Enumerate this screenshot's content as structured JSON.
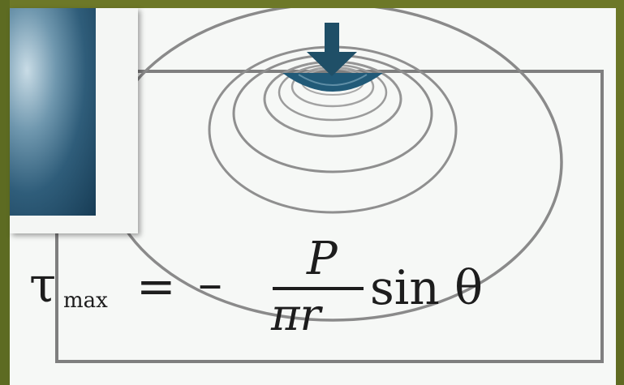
{
  "equation": {
    "lhs_symbol": "τ",
    "lhs_subscript": "max",
    "equals": "=",
    "minus": "–",
    "numerator": "P",
    "denominator": "πr",
    "trig": "sin θ"
  },
  "colors": {
    "frame_olive": "#6d7828",
    "panel_background": "#f6f8f6",
    "ink": "#1d1d1d",
    "arrow": "#1f4f67",
    "load_region": "#215a78"
  },
  "icons": {
    "load_arrow": "down-arrow-icon"
  }
}
